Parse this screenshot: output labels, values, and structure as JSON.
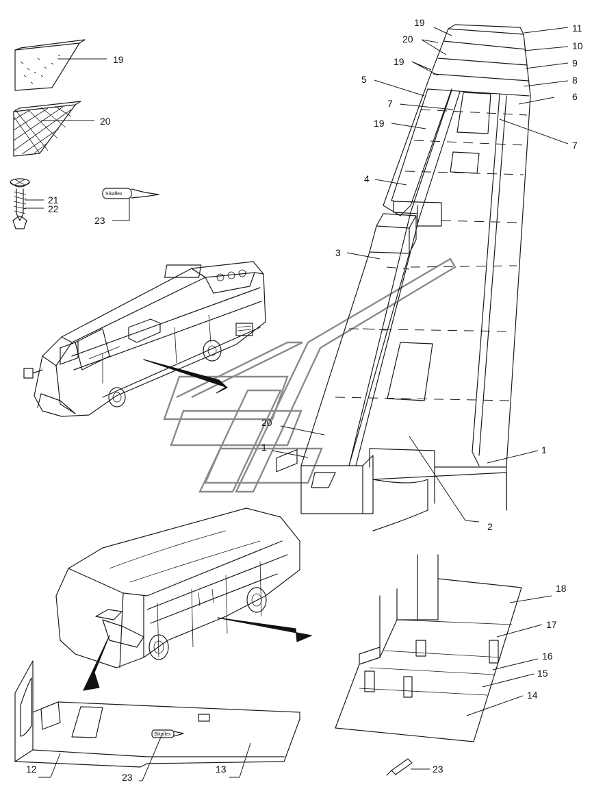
{
  "parts_labels": {
    "n1": "1",
    "n2": "2",
    "n3": "3",
    "n4": "4",
    "n5": "5",
    "n6": "6",
    "n7": "7",
    "n8": "8",
    "n9": "9",
    "n10": "10",
    "n11": "11",
    "n12": "12",
    "n13": "13",
    "n14": "14",
    "n15": "15",
    "n16": "16",
    "n17": "17",
    "n18": "18",
    "n19": "19",
    "n20": "20",
    "n21": "21",
    "n22": "22",
    "n23": "23"
  },
  "product_tag": "Sikaflex",
  "colors": {
    "line": "#1a1a1a",
    "watermark": "#8a8a8a",
    "background": "#ffffff"
  },
  "icons": {
    "felt_pad": "felt-pad-icon",
    "mesh_pad": "mesh-pad-icon",
    "screw": "screw-icon",
    "sealant_tube": "sealant-tube-icon",
    "bus_top": "bus-exterior-icon",
    "bus_bottom": "bus-rear-view-icon",
    "watermark": "watermark-logo-icon"
  }
}
